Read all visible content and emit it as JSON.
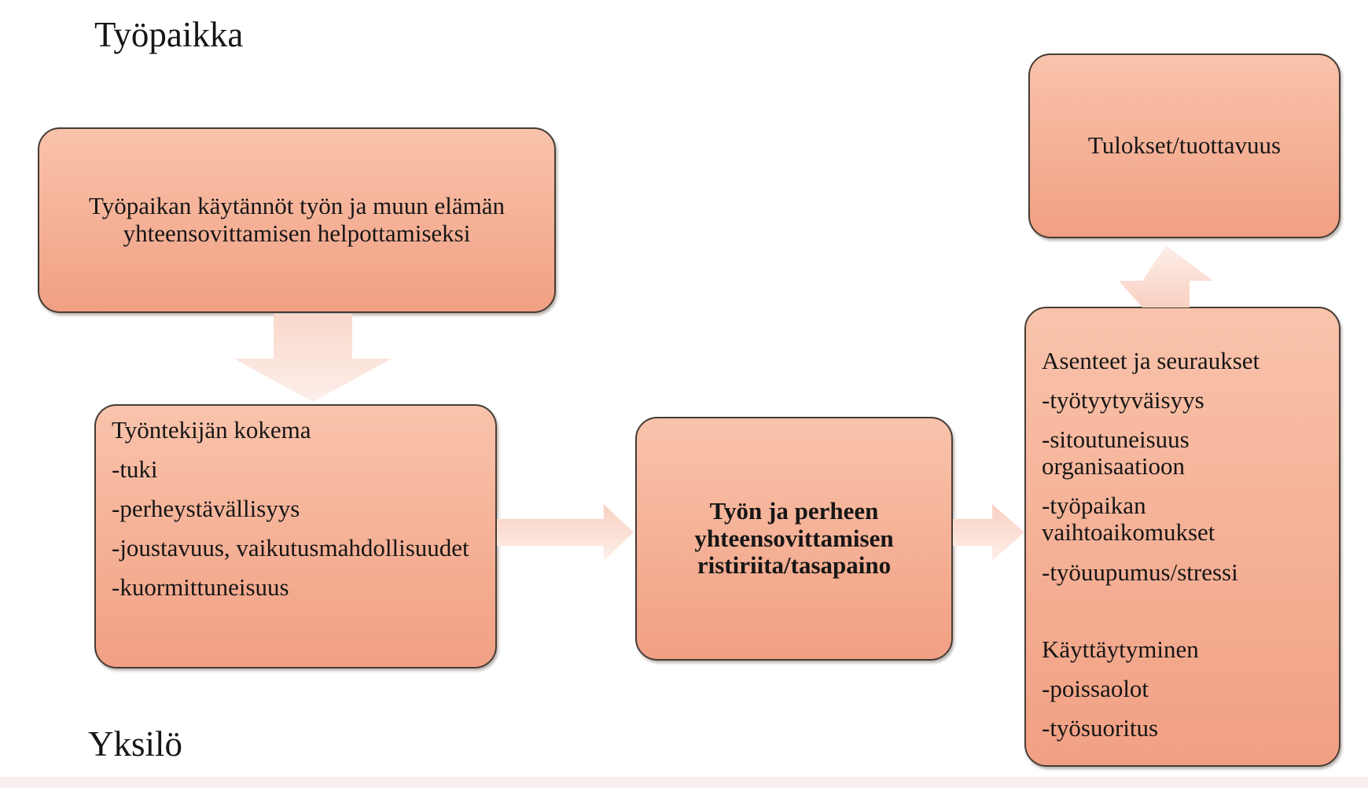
{
  "labels": {
    "workplace": "Työpaikka",
    "individual": "Yksilö"
  },
  "boxes": {
    "practices": {
      "lines": [
        "Työpaikan käytännöt työn ja muun elämän",
        "yhteensovittamisen helpottamiseksi"
      ]
    },
    "employee": {
      "title": "Työntekijän kokema",
      "items": [
        "-tuki",
        "-perheystävällisyys",
        "-joustavuus, vaikutusmahdollisuudet",
        "-kuormittuneisuus"
      ]
    },
    "conflict": {
      "lines": [
        "Työn ja perheen",
        "yhteensovittamisen",
        "ristiriita/tasapaino"
      ]
    },
    "outcomes": {
      "title": "Asenteet ja seuraukset",
      "items": [
        "-työtyytyväisyys",
        "-sitoutuneisuus organisaatioon",
        "-työpaikan vaihtoaikomukset",
        "-työuupumus/stressi"
      ],
      "subtitle": "Käyttäytyminen",
      "subitems": [
        "-poissaolot",
        "-työsuoritus"
      ]
    },
    "results": {
      "text": "Tulokset/tuottavuus"
    }
  },
  "arrows": {
    "down": "block-arrow-down",
    "right_1": "block-arrow-right",
    "right_2": "block-arrow-right",
    "up": "block-arrow-up"
  },
  "colors": {
    "box_top": "#f9c3ab",
    "box_bottom": "#f1a083",
    "box_border": "#453c35",
    "text": "#161616",
    "arrow_strong": "#f8d0c1",
    "arrow_mid": "#f9d8cb",
    "arrow_soft": "#fdefe9",
    "footer_strip": "#f7f0ee"
  }
}
